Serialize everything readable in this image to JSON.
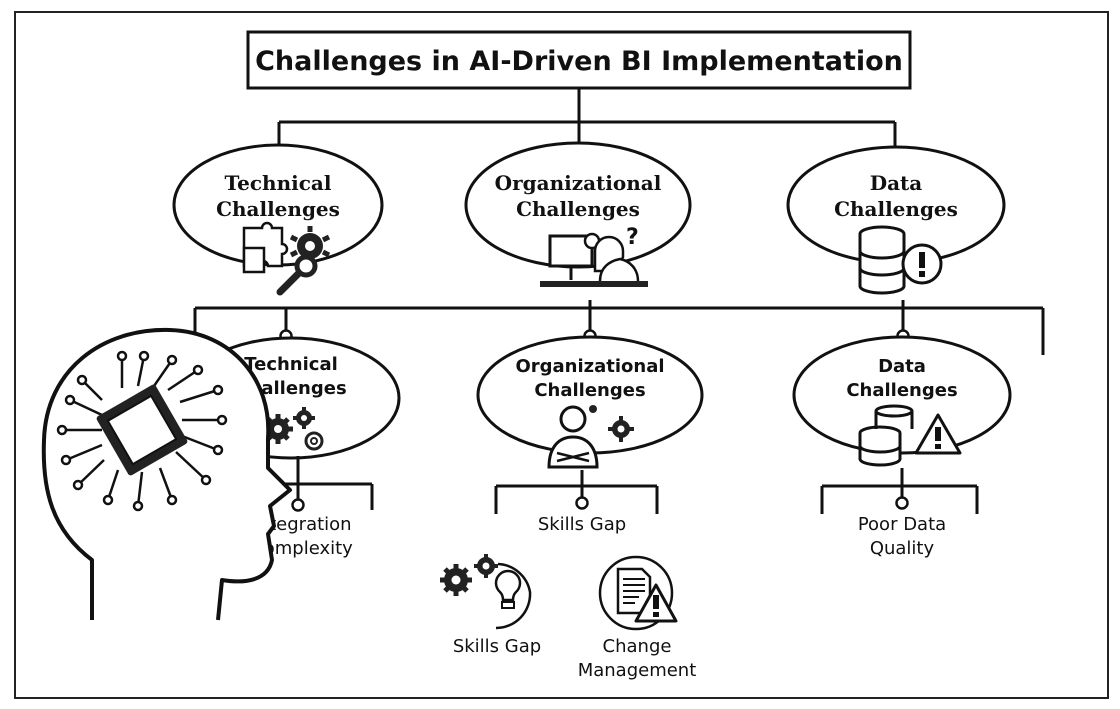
{
  "title": "Challenges in AI-Driven BI Implementation",
  "top_row": [
    {
      "line1": "Technical",
      "line2": "Challenges",
      "icon": "puzzle-gear-wrench-icon"
    },
    {
      "line1": "Organizational",
      "line2": "Challenges",
      "icon": "person-at-desk-question-icon"
    },
    {
      "line1": "Data",
      "line2": "Challenges",
      "icon": "database-warning-icon"
    }
  ],
  "second_row": [
    {
      "line1": "Technical",
      "line2": "Challenges",
      "icon": "gears-icon"
    },
    {
      "line1": "Organizational",
      "line2": "Challenges",
      "icon": "person-gear-icon"
    },
    {
      "line1": "Data",
      "line2": "Challenges",
      "icon": "database-warning-icon"
    }
  ],
  "leaves": [
    {
      "line1": "Integration",
      "line2": "Complexity"
    },
    {
      "line1": "Skills Gap",
      "line2": ""
    },
    {
      "line1": "Poor Data",
      "line2": "Quality"
    }
  ],
  "sub_leaves": [
    {
      "line1": "Skills Gap",
      "line2": "",
      "icon": "gears-lightbulb-icon"
    },
    {
      "line1": "Change",
      "line2": "Management",
      "icon": "document-warning-icon"
    }
  ],
  "side_icon": "ai-head-chip-icon"
}
